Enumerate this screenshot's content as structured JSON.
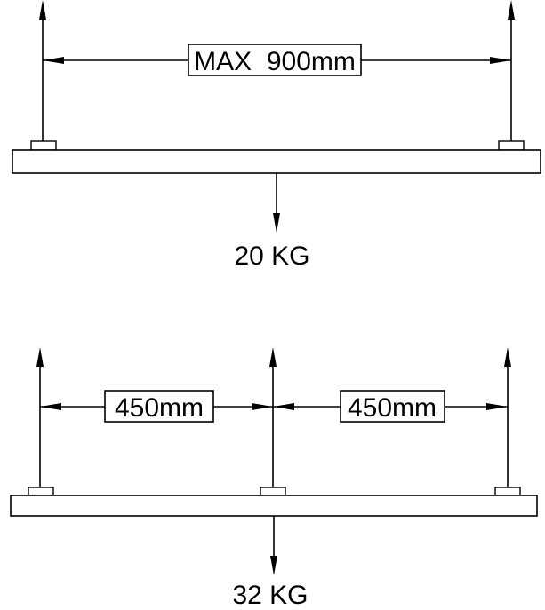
{
  "top_diagram": {
    "span_label": "MAX  900mm",
    "load_label": "20 KG"
  },
  "bottom_diagram": {
    "left_span_label": "450mm",
    "right_span_label": "450mm",
    "load_label": "32 KG"
  }
}
